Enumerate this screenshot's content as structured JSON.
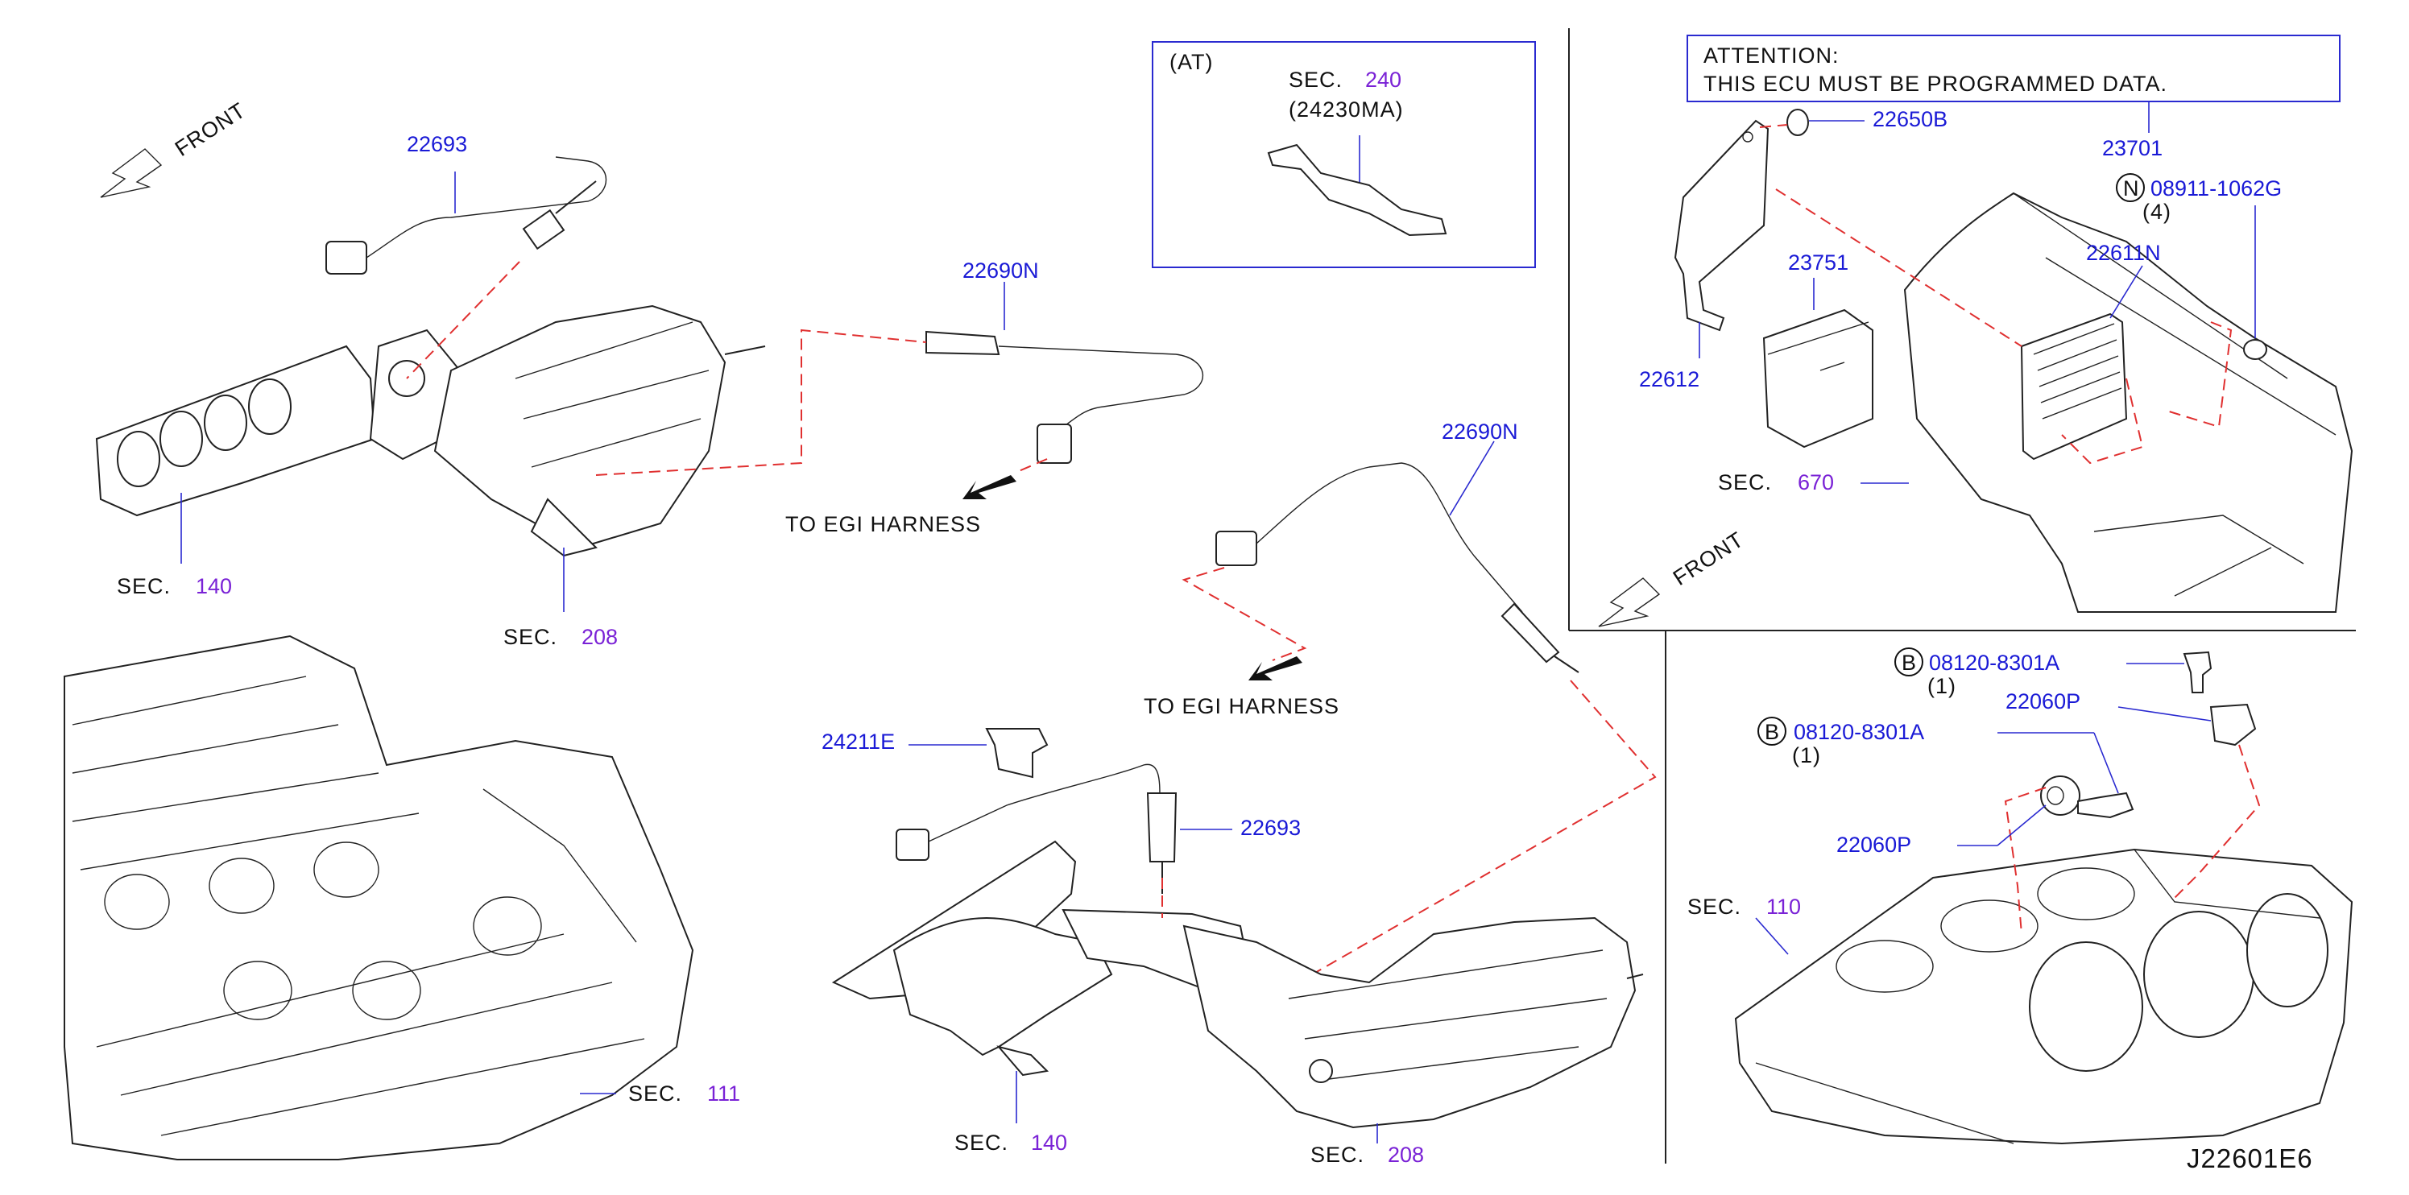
{
  "diagram": {
    "code": "J22601E6",
    "front_label": "FRONT",
    "at_box": {
      "label": "(AT)",
      "sec_prefix": "SEC.",
      "sec_num": "240",
      "sub": "(24230MA)"
    },
    "attention": {
      "title": "ATTENTION:",
      "text": "THIS  ECU  MUST  BE  PROGRAMMED  DATA."
    },
    "harness_label": "TO  EGI  HARNESS",
    "sec_prefix": "SEC.",
    "sections": {
      "s140": "140",
      "s208": "208",
      "s111": "111",
      "s670": "670",
      "s110": "110"
    },
    "parts": {
      "p22693": "22693",
      "p22690N": "22690N",
      "p24211E": "24211E",
      "p22650B": "22650B",
      "p23701": "23701",
      "p08911": "08911-1062G",
      "p08911_qty": "(4)",
      "p22611N": "22611N",
      "p23751": "23751",
      "p22612": "22612",
      "p08120": "08120-8301A",
      "qty1": "(1)",
      "p22060P": "22060P"
    },
    "circle_letters": {
      "n": "N",
      "b": "B"
    },
    "colors": {
      "part_number": "#1a1ad6",
      "section": "#7a22d6",
      "leader_dash": "#e03030",
      "line": "#222222"
    }
  }
}
